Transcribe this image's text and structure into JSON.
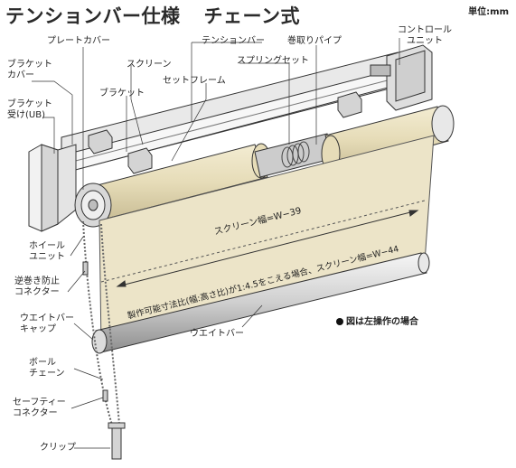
{
  "title": "テンションバー仕様",
  "subtitle": "チェーン式",
  "unit": "単位:mm",
  "note": "図は左操作の場合",
  "labels": {
    "plate_cover": "プレートカバー",
    "tension_bar": "テンションバー",
    "winding_pipe": "巻取りパイプ",
    "control_unit": "コントロール\nユニット",
    "bracket_cover": "ブラケット\nカバー",
    "bracket_ub": "ブラケット\n受け(UB)",
    "screen": "スクリーン",
    "spring_set": "スプリングセット",
    "bracket": "ブラケット",
    "set_frame": "セットフレーム",
    "wheel_unit": "ホイール\nユニット",
    "reverse_connector": "逆巻き防止\nコネクター",
    "weight_bar_cap": "ウエイトバー\nキャップ",
    "ball_chain": "ボール\nチェーン",
    "safety_connector": "セーフティー\nコネクター",
    "clip": "クリップ",
    "weight_bar": "ウエイトバー",
    "screen_width": "スクリーン幅=W−39",
    "max_size": "製作可能寸法比(幅:高さ比)が1:4.5をこえる場合、スクリーン幅=W−44"
  },
  "colors": {
    "screen_fabric": "#ece4c8",
    "metal": "#e0e0e0",
    "outline": "#333333"
  }
}
